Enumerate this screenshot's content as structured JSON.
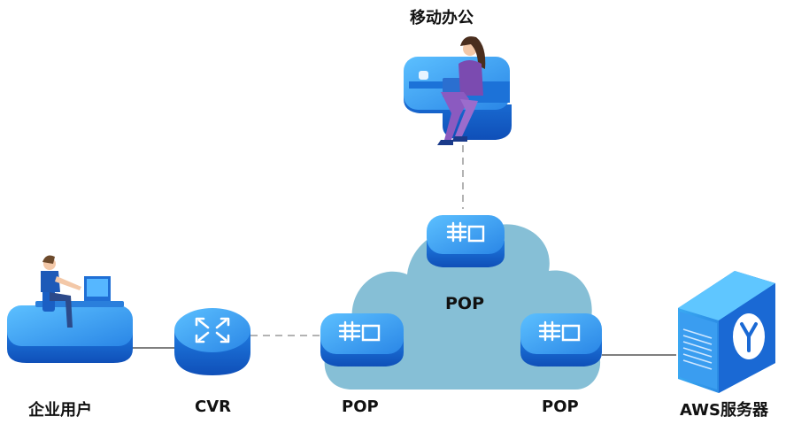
{
  "labels": {
    "mobile_office": "移动办公",
    "enterprise_user": "企业用户",
    "cvr": "CVR",
    "pop_center": "POP",
    "pop_left": "POP",
    "pop_right": "POP",
    "aws_server": "AWS服务器"
  },
  "colors": {
    "cloud": "#86bfd6",
    "node_top": "#3aa2ef",
    "node_side": "#1667cf",
    "connector": "#9a9a9a",
    "label": "#111111"
  }
}
